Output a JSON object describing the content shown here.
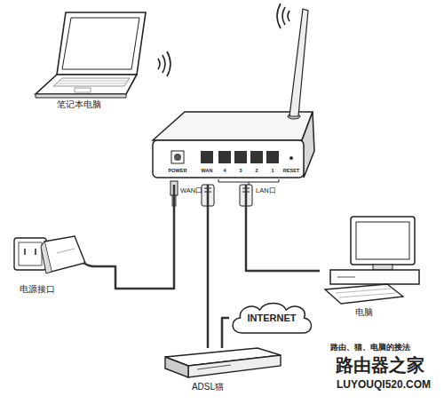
{
  "diagram": {
    "nodes": [
      {
        "text": [
          "POWER",
          "WAN",
          "4",
          "3",
          "2",
          "1",
          "RESET"
        ]
      },
      {
        "text": [
          "笔记本电脑"
        ]
      },
      {
        "text": [
          "电源接口"
        ]
      },
      {
        "text": [
          "电脑"
        ]
      },
      {
        "text": [
          "ADSL猫"
        ]
      },
      {
        "text": [
          "INTERNET"
        ]
      }
    ],
    "edges": [
      {
        "from": 2,
        "to": 0,
        "arrow": "none"
      },
      {
        "from": 4,
        "to": 0,
        "arrow": "none"
      },
      {
        "from": 0,
        "to": 3,
        "arrow": "none"
      },
      {
        "from": 4,
        "to": 5,
        "arrow": "none"
      }
    ],
    "labels": [
      "WAN口",
      "LAN口",
      "路由、猫、电脑的接法",
      "路由器之家",
      "LUYOUQI520.COM"
    ]
  }
}
